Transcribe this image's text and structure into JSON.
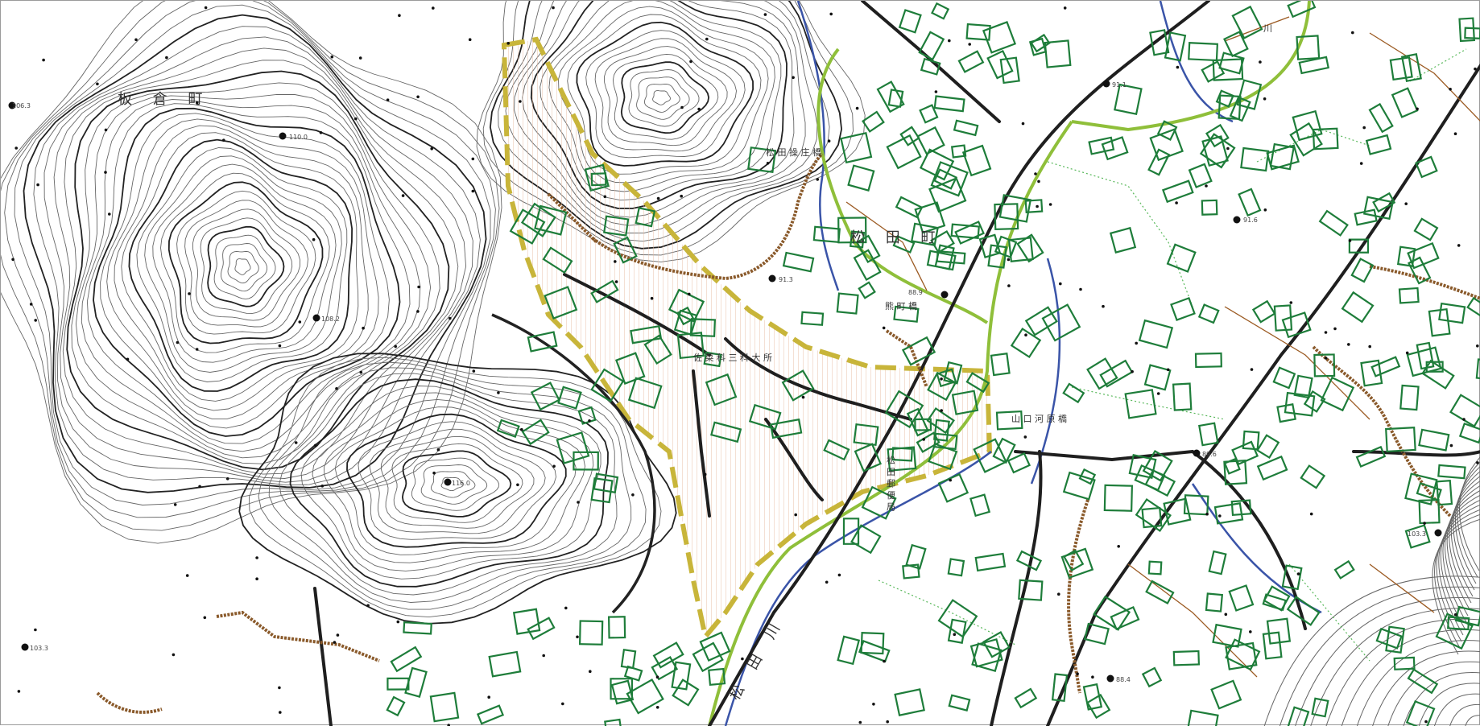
{
  "colors": {
    "contour": "#555555",
    "contour_index": "#222222",
    "road": "#1f1f1f",
    "building": "#1e7d3a",
    "parcel_green": "#58b85a",
    "parcel_brown": "#9b5a22",
    "embankment": "#8a5a2b",
    "river": "#3a54a8",
    "highlight_line": "#8fbf3a",
    "zone_dash": "#c8b53a",
    "zone_hatch": "#e8b9a0"
  },
  "labels": {
    "itakura": "板 倉 町",
    "matsuda_town": "松 田 町",
    "matsuda_kaishō_bridge": "松 田 操 庄 橋",
    "kumamachi_bridge": "熊 町 橋",
    "facility": "佐 菜 科 三 科 大 所",
    "yamaguchi_bridge": "山 口 河 原 橋",
    "post_office": "松 田 郵 便 局",
    "matsuda_river": "松 田 川",
    "river_top": "川"
  },
  "elevations": {
    "e1": "106.3",
    "e2": "110.0",
    "e3": "108.2",
    "e4": "116.0",
    "e5": "103.3",
    "e6": "91.3",
    "e7": "91.1",
    "e8": "88.9",
    "e9": "91.6",
    "e10": "89.6",
    "e11": "88.4",
    "e12": "103.3"
  },
  "icons": [
    "benchmark-dot-icon",
    "building-outline-icon"
  ]
}
